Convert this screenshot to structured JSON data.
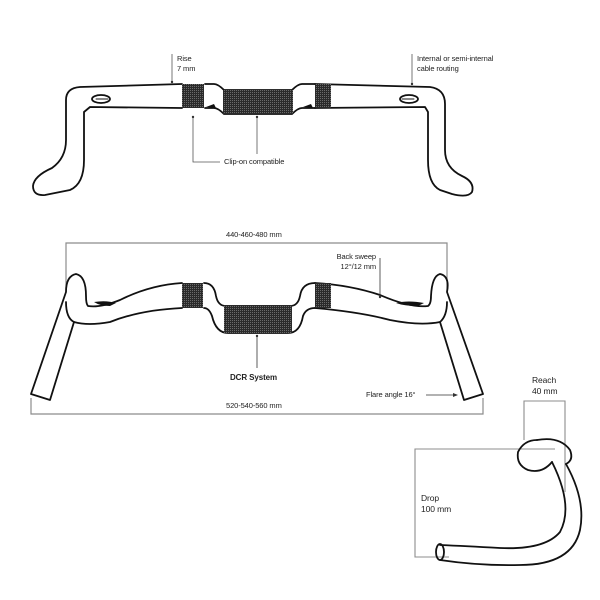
{
  "diagram": {
    "colors": {
      "outline": "#111111",
      "tape": "#3a3a3a",
      "dimension_line": "#8c8c8c",
      "leader": "#333333",
      "background": "#ffffff"
    },
    "top_view": {
      "annotations": {
        "rise_label": "Rise",
        "rise_value": "7 mm",
        "cable_line1": "Internal or semi-internal",
        "cable_line2": "cable routing",
        "clip_on": "Clip-on compatible"
      }
    },
    "front_view": {
      "annotations": {
        "width_top": "440-460-480 mm",
        "width_bottom": "520-540-560 mm",
        "back_sweep_label": "Back sweep",
        "back_sweep_value": "12°/12 mm",
        "dcr_system": "DCR System",
        "flare_angle": "Flare angle 16°"
      }
    },
    "side_view": {
      "annotations": {
        "reach_label": "Reach",
        "reach_value": "40 mm",
        "drop_label": "Drop",
        "drop_value": "100 mm"
      }
    }
  }
}
